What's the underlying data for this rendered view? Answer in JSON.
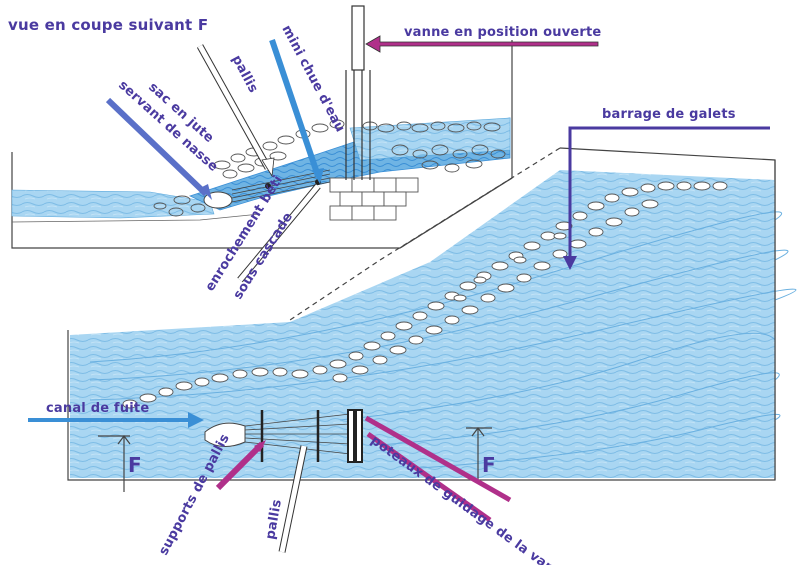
{
  "diagram": {
    "title": "vue en coupe suivant F",
    "labels": {
      "vanne": "vanne en position ouverte",
      "pallis_top": "pallis",
      "mini_chute": "mini chue d'eau",
      "sac": "sac en jute",
      "nasse": "servant de nasse",
      "barrage": "barrage de galets",
      "enrochement": "enrochement béti",
      "sous_cascade": "sous cascade",
      "canal": "canal de fuite",
      "f_left": "F",
      "f_right": "F",
      "supports": "supports de pallis",
      "pallis_bottom": "pallis",
      "poteaux": "poteaux de guidage de la vanne"
    },
    "colors": {
      "text": "#4a3aa0",
      "water": "#8ec8ea",
      "water_dark": "#3a8fd6",
      "arrow_magenta": "#b0308a",
      "arrow_blue": "#3a8fd6",
      "arrow_navy": "#4a3aa0",
      "arrow_white": "#ffffff",
      "stones": "#555555"
    }
  }
}
